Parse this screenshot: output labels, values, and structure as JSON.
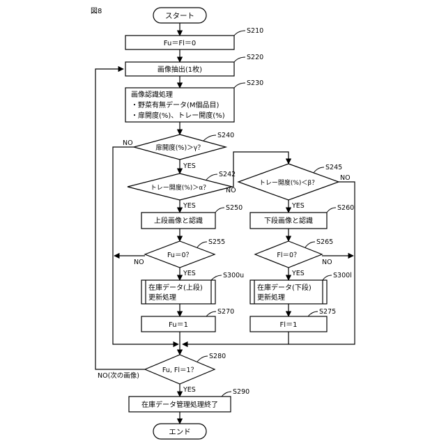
{
  "figure_label": "図8",
  "start": "スタート",
  "end": "エンド",
  "steps": {
    "s210": {
      "id": "S210",
      "text": "Fu＝Fl＝0"
    },
    "s220": {
      "id": "S220",
      "text": "画像抽出(1枚)"
    },
    "s230": {
      "id": "S230",
      "lines": [
        "画像認識処理",
        "・野菜有無データ(M個品目)",
        "・扉開度(%)、トレー開度(%)"
      ]
    },
    "s240": {
      "id": "S240",
      "text": "扉開度(%)＞γ？"
    },
    "s242": {
      "id": "S242",
      "text": "トレー開度(%)＞α？"
    },
    "s245": {
      "id": "S245",
      "text": "トレー開度(%)＜β？"
    },
    "s250": {
      "id": "S250",
      "text": "上段画像と認識"
    },
    "s260": {
      "id": "S260",
      "text": "下段画像と認識"
    },
    "s255": {
      "id": "S255",
      "text": "Fu＝0？"
    },
    "s265": {
      "id": "S265",
      "text": "Fl＝0？"
    },
    "s300u": {
      "id": "S300u",
      "lines": [
        "在庫データ(上段)",
        "更新処理"
      ]
    },
    "s300l": {
      "id": "S300l",
      "lines": [
        "在庫データ(下段)",
        "更新処理"
      ]
    },
    "s270": {
      "id": "S270",
      "text": "Fu＝1"
    },
    "s275": {
      "id": "S275",
      "text": "Fl＝1"
    },
    "s280": {
      "id": "S280",
      "text": "Fu, Fl＝1？"
    },
    "s290": {
      "id": "S290",
      "text": "在庫データ管理処理終了"
    }
  },
  "edge_labels": {
    "yes": "YES",
    "no": "NO",
    "no_next_image": "NO(次の画像)"
  }
}
